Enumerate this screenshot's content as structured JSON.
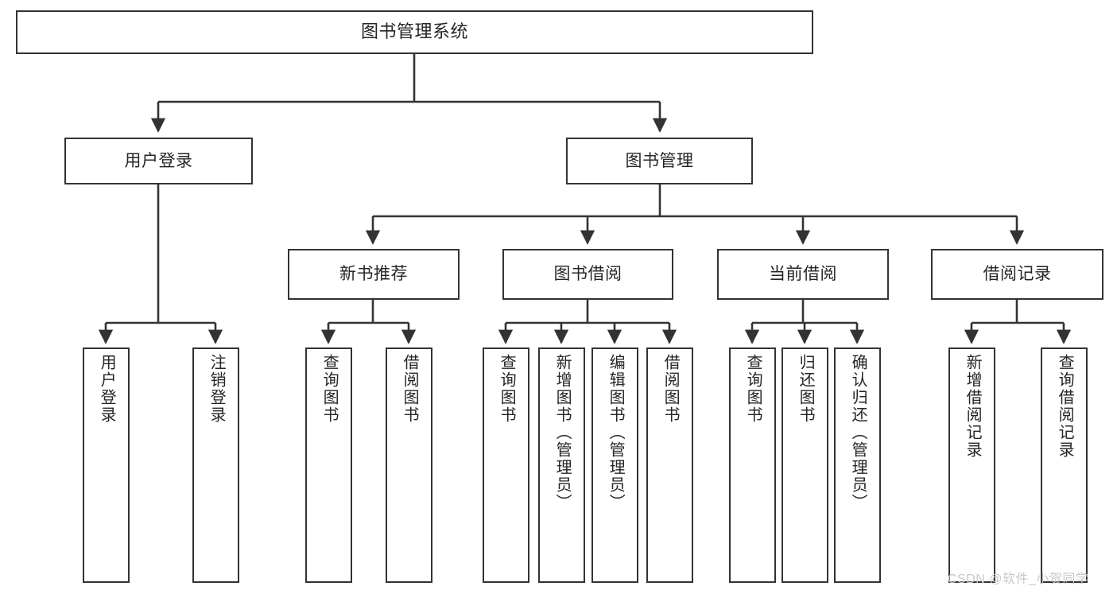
{
  "diagram": {
    "type": "tree",
    "title": "图书管理系统",
    "watermark": "CSDN @软件_小贺同学",
    "colors": {
      "stroke": "#333333",
      "text": "#262626",
      "background": "#ffffff",
      "watermark": "#c8c8c8"
    },
    "nodes": {
      "root": "图书管理系统",
      "level1": {
        "user_login": "用户登录",
        "book_manage": "图书管理"
      },
      "level2": {
        "new_book_recommend": "新书推荐",
        "book_borrow": "图书借阅",
        "current_borrow": "当前借阅",
        "borrow_record": "借阅记录"
      },
      "leaves": {
        "user_login": [
          "用户登录",
          "注销登录"
        ],
        "new_book_recommend": [
          "查询图书",
          "借阅图书"
        ],
        "book_borrow": [
          "查询图书",
          "新增图书（管理员）",
          "编辑图书（管理员）",
          "借阅图书"
        ],
        "current_borrow": [
          "查询图书",
          "归还图书",
          "确认归还（管理员）"
        ],
        "borrow_record": [
          "新增借阅记录",
          "查询借阅记录"
        ]
      }
    }
  }
}
